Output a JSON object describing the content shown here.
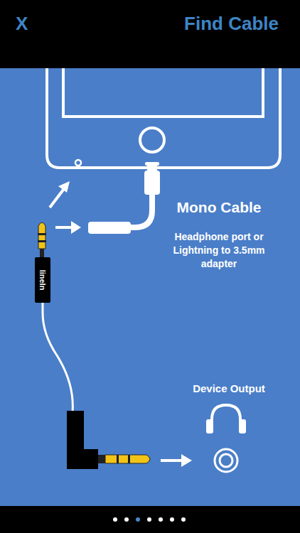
{
  "diagram": {
    "title": "Find Cable",
    "labels": [
      "X",
      "Mono Cable",
      "Headphone port or Lightning to 3.5mm adapter",
      "lineIn",
      "Device Output"
    ]
  }
}
